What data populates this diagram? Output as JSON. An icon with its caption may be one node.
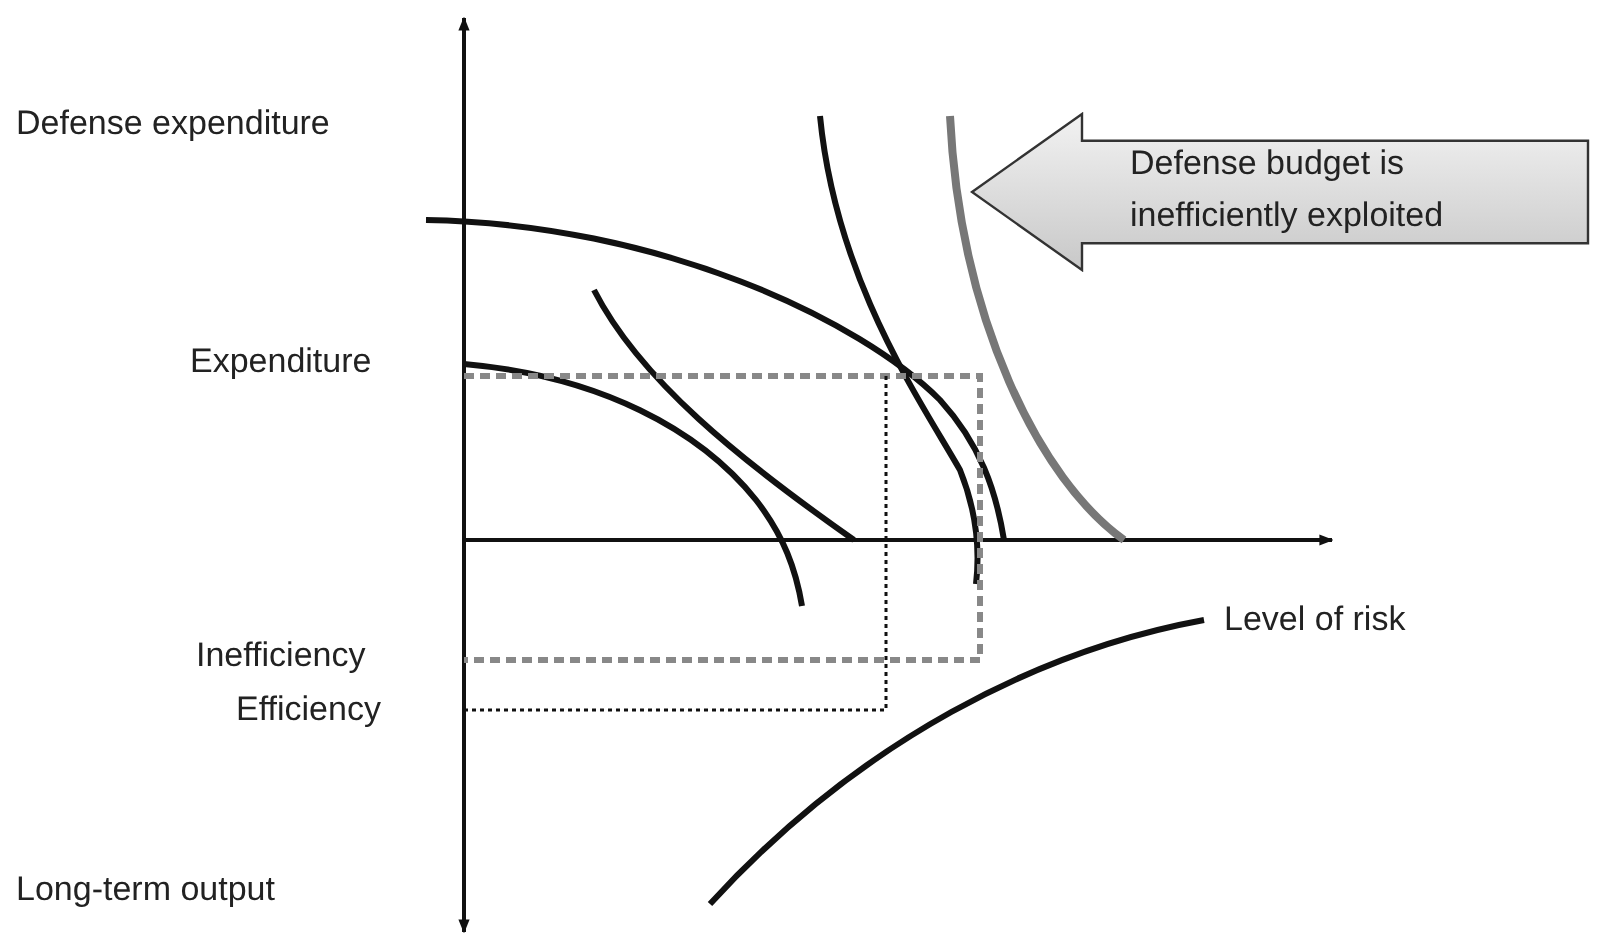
{
  "diagram": {
    "nodes": [
      {
        "text": [
          "Defense budget is inefficiently exploited"
        ]
      }
    ],
    "edges": [],
    "labels": [
      "Defense expenditure",
      "Expenditure",
      "Inefficiency",
      "Efficiency",
      "Long-term output",
      "Level of risk"
    ]
  }
}
